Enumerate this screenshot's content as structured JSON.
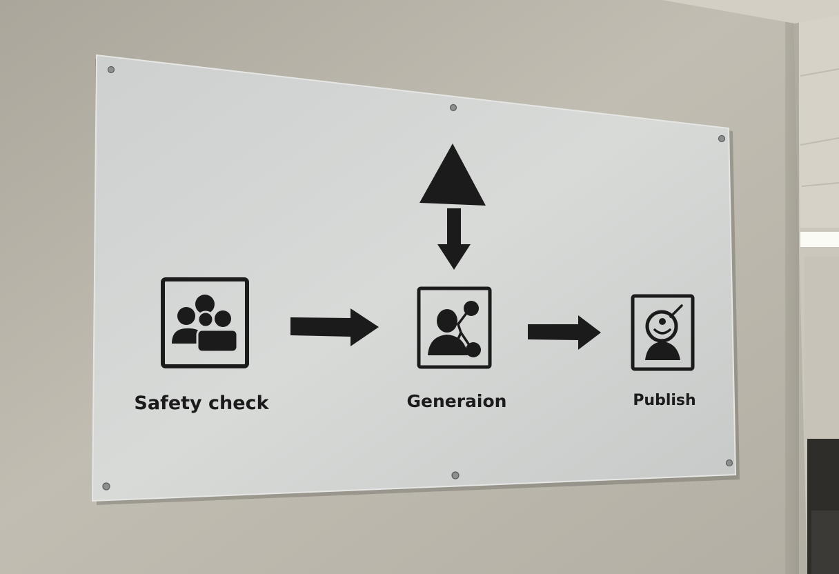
{
  "sign": {
    "steps": [
      {
        "label": "Safety check",
        "icon": "people-group-icon"
      },
      {
        "label": "Generaion",
        "icon": "person-network-icon"
      },
      {
        "label": "Publish",
        "icon": "camera-person-icon"
      }
    ],
    "arrows": [
      "right-arrow-icon",
      "up-triangle-arrow-icon",
      "down-arrow-icon",
      "right-arrow-icon"
    ]
  },
  "colors": {
    "wall": "#bdb9ae",
    "sign_panel": "#d2d5d4",
    "ink": "#1b1b1b",
    "ceiling": "#cfcac0"
  }
}
